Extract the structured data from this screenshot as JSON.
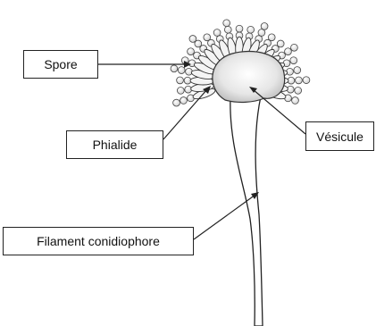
{
  "labels": {
    "spore": "Spore",
    "phialide": "Phialide",
    "vesicule": "Vésicule",
    "filament": "Filament conidiophore"
  },
  "colors": {
    "line": "#222222",
    "stipple": "#9a9a9a",
    "background": "#ffffff"
  }
}
